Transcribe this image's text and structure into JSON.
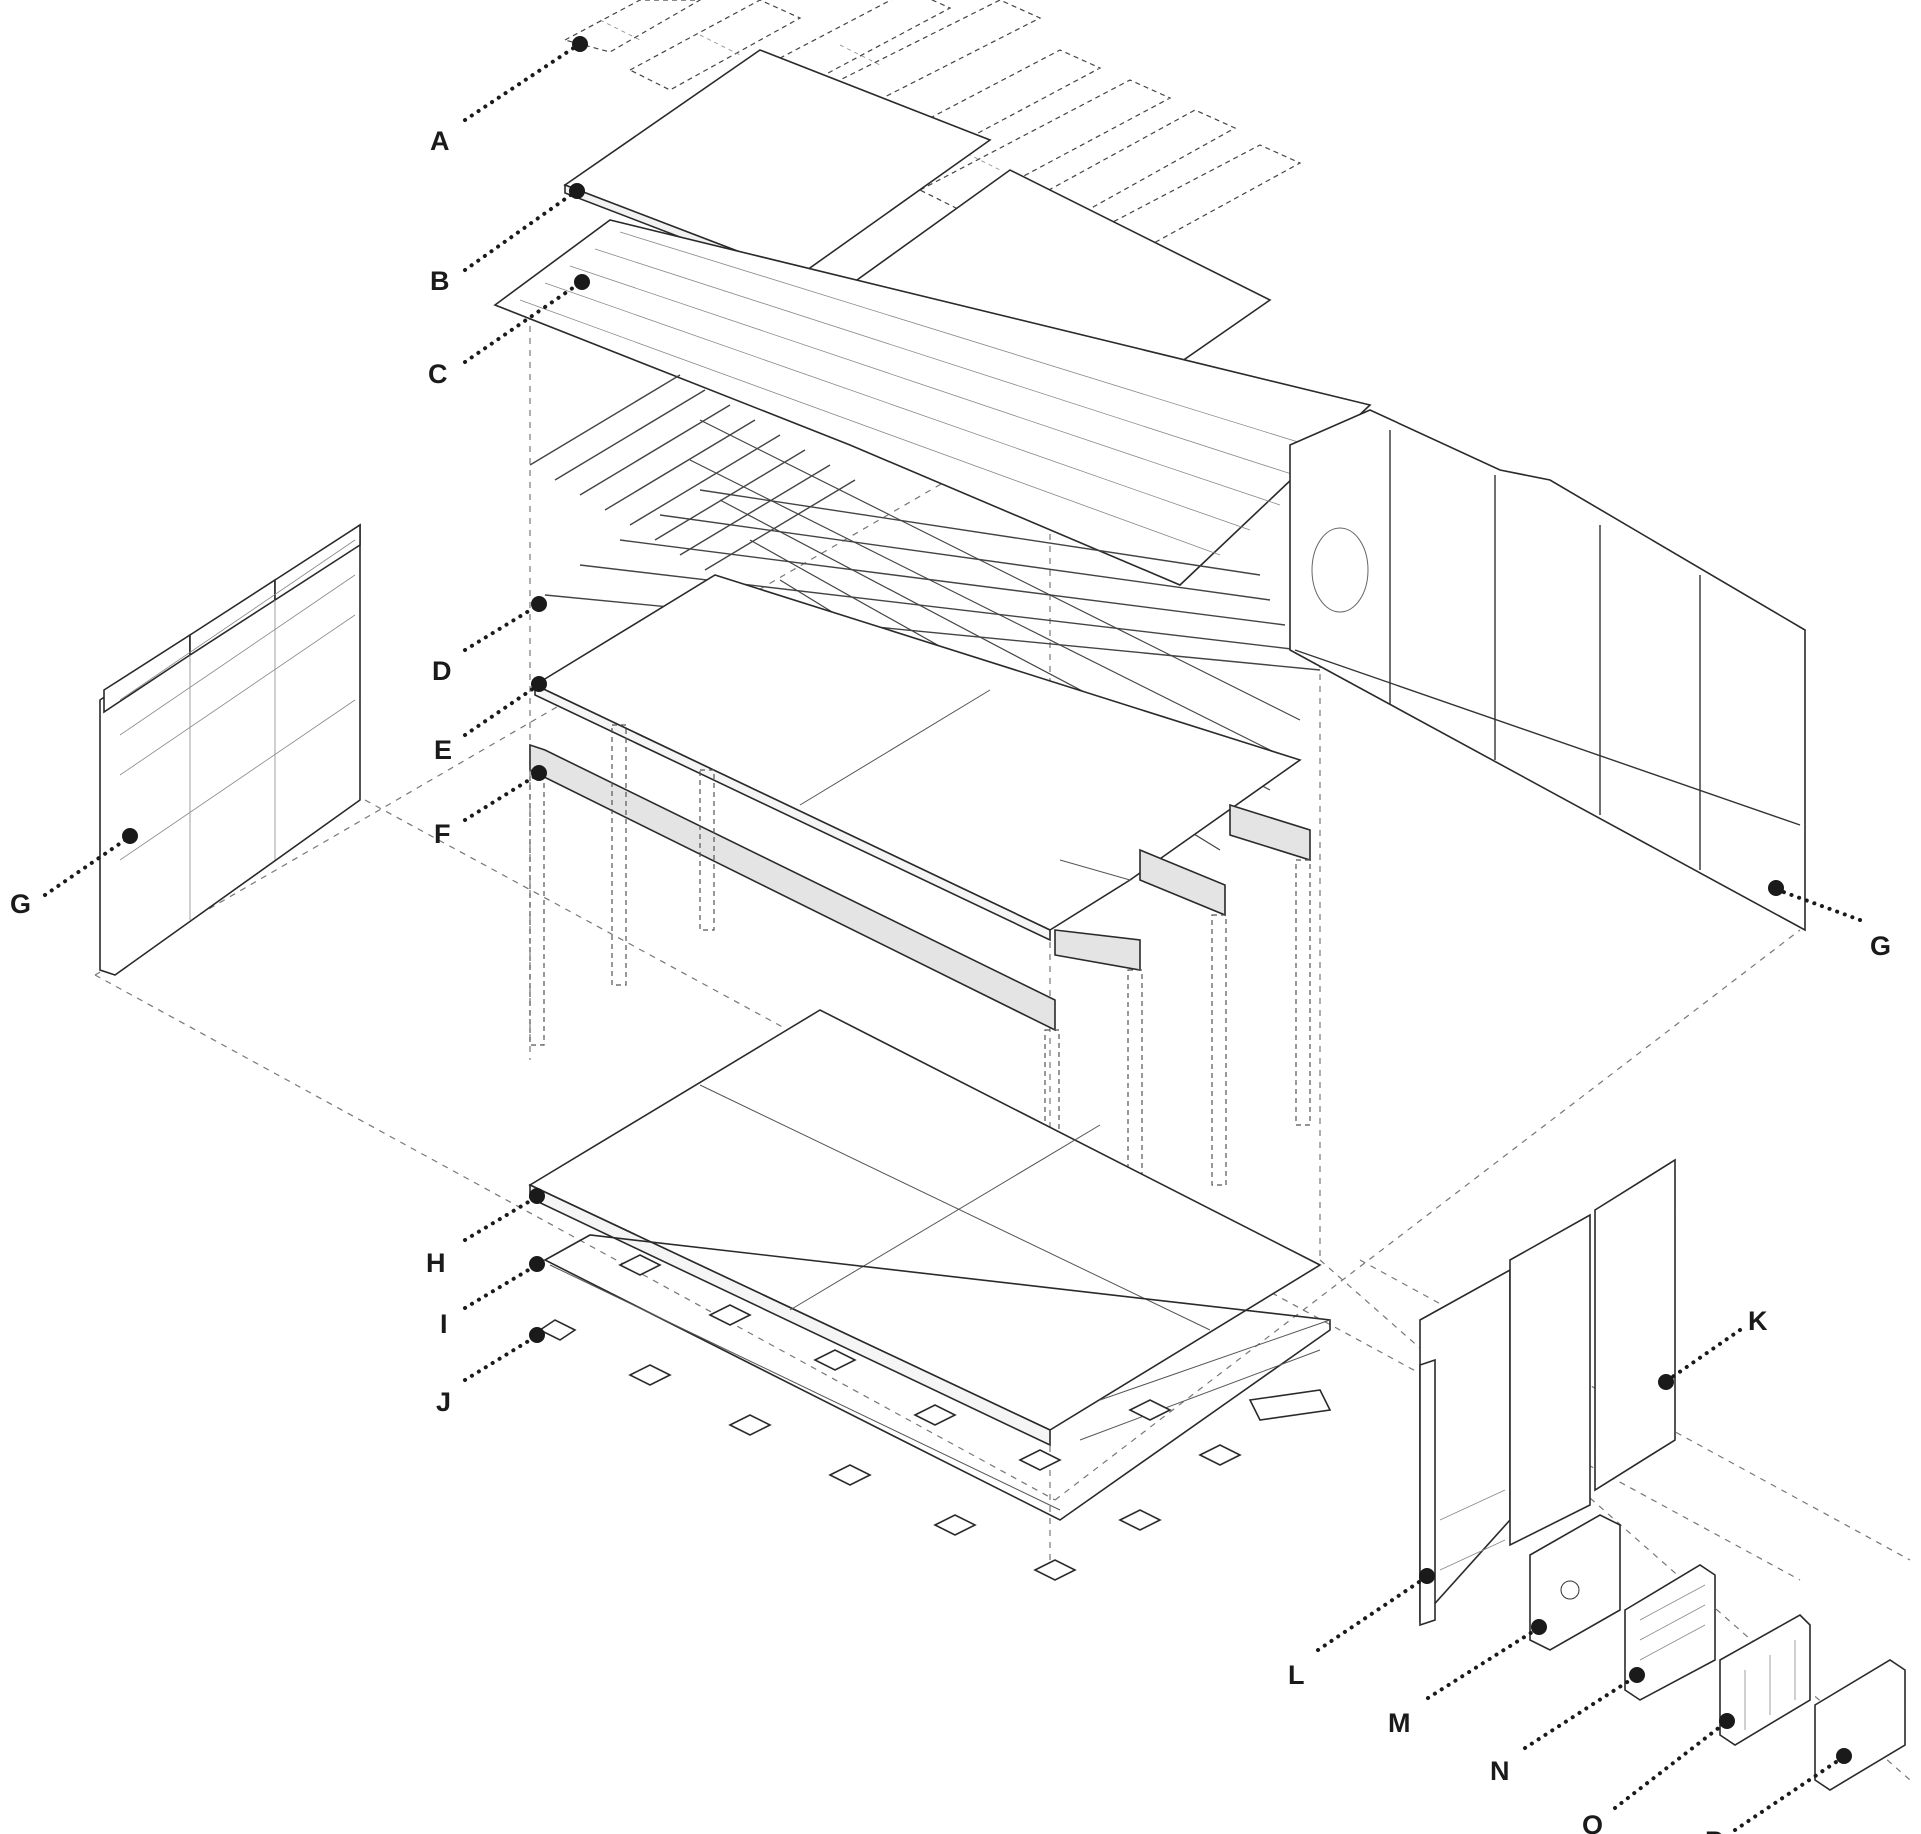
{
  "diagram": {
    "callouts": [
      {
        "id": "A",
        "label": "A"
      },
      {
        "id": "B",
        "label": "B"
      },
      {
        "id": "C",
        "label": "C"
      },
      {
        "id": "D",
        "label": "D"
      },
      {
        "id": "E",
        "label": "E"
      },
      {
        "id": "F",
        "label": "F"
      },
      {
        "id": "G-left",
        "label": "G"
      },
      {
        "id": "G-right",
        "label": "G"
      },
      {
        "id": "H",
        "label": "H"
      },
      {
        "id": "I",
        "label": "I"
      },
      {
        "id": "J",
        "label": "J"
      },
      {
        "id": "K",
        "label": "K"
      },
      {
        "id": "L",
        "label": "L"
      },
      {
        "id": "M",
        "label": "M"
      },
      {
        "id": "N",
        "label": "N"
      },
      {
        "id": "O",
        "label": "O"
      },
      {
        "id": "P",
        "label": "P"
      }
    ]
  }
}
